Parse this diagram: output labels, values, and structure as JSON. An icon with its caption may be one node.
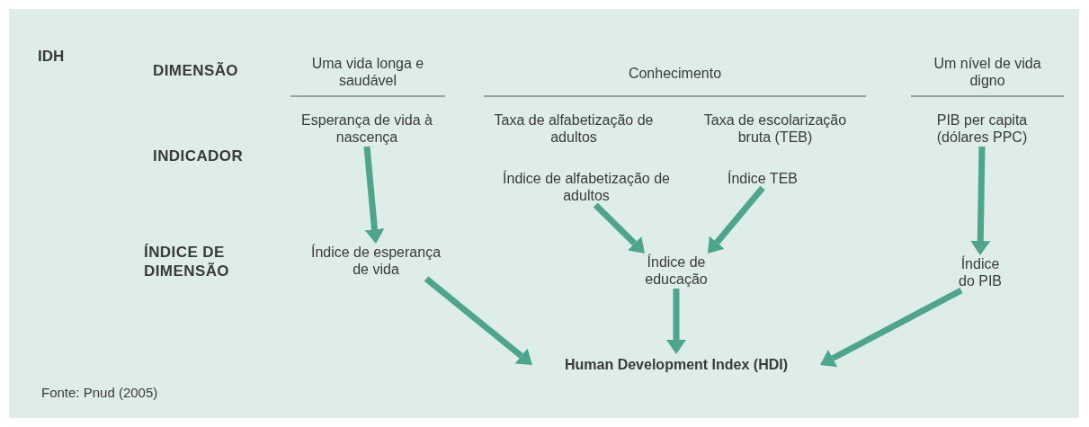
{
  "diagram": {
    "nodes": [
      {
        "text": [
          "Esperança de vida à nascença"
        ]
      },
      {
        "text": [
          "Índice de esperança de vida"
        ]
      },
      {
        "text": [
          "Índice de alfabetização de adultos"
        ]
      },
      {
        "text": [
          "Índice TEB"
        ]
      },
      {
        "text": [
          "Índice de educação"
        ]
      },
      {
        "text": [
          "PIB per capita (dólares PPC)"
        ]
      },
      {
        "text": [
          "Índice do PIB"
        ]
      },
      {
        "text": [
          "Human Development Index (HDI)"
        ]
      }
    ],
    "edges": [
      {
        "from": 0,
        "to": 1,
        "arrow": "to"
      },
      {
        "from": 2,
        "to": 4,
        "arrow": "to"
      },
      {
        "from": 3,
        "to": 4,
        "arrow": "to"
      },
      {
        "from": 5,
        "to": 6,
        "arrow": "to"
      },
      {
        "from": 4,
        "to": 7,
        "arrow": "to"
      },
      {
        "from": 1,
        "to": 7,
        "arrow": "to"
      },
      {
        "from": 6,
        "to": 7,
        "arrow": "to"
      }
    ],
    "labels": [
      "IDH",
      "DIMENSÃO",
      "Uma vida longa e saudável",
      "Conhecimento",
      "Um nível de vida digno",
      "Taxa de alfabetização de adultos",
      "Taxa de escolarização bruta (TEB)",
      "INDICADOR",
      "ÍNDICE DE DIMENSÃO",
      "Fonte: Pnud (2005)"
    ]
  }
}
